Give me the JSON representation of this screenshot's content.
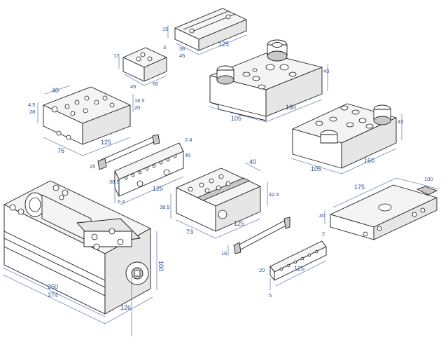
{
  "diagram": {
    "colors": {
      "line": "#1a1a1a",
      "dimension": "#3b5aa0",
      "face": "#ffffff",
      "shade": "#e6e6e6"
    },
    "components": [
      {
        "id": "main-vise",
        "dims": [
          "100",
          "250",
          "274",
          "126"
        ]
      },
      {
        "id": "block-small",
        "dims": [
          "17",
          "45",
          "60",
          "3"
        ]
      },
      {
        "id": "block-long",
        "dims": [
          "15",
          "38",
          "45",
          "125"
        ]
      },
      {
        "id": "block-a",
        "dims": [
          "40",
          "4.5",
          "28",
          "16.5",
          "20",
          "125",
          "76"
        ]
      },
      {
        "id": "jaw-strip-a",
        "dims": [
          "25",
          "2.4",
          "45",
          "38.5",
          "125",
          "6.4"
        ]
      },
      {
        "id": "block-c",
        "dims": [
          "40",
          "42.5",
          "38.5",
          "73",
          "125"
        ]
      },
      {
        "id": "jaw-strip-b",
        "dims": [
          "2",
          "20",
          "125",
          "5",
          "16"
        ]
      },
      {
        "id": "top-plate-a",
        "dims": [
          "105",
          "160",
          "43"
        ]
      },
      {
        "id": "top-plate-b",
        "dims": [
          "105",
          "160",
          "43"
        ]
      },
      {
        "id": "base-rail",
        "dims": [
          "175",
          "100",
          "40"
        ]
      }
    ]
  }
}
